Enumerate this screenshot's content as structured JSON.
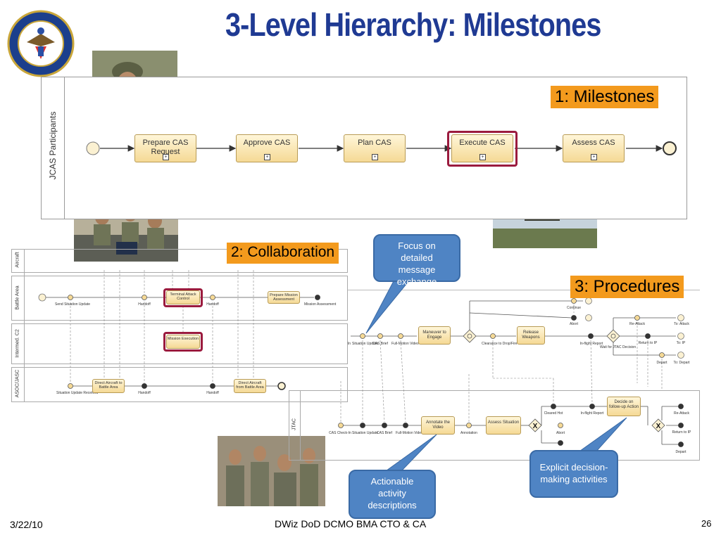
{
  "title": "3-Level Hierarchy: Milestones",
  "level1": {
    "pool_label": "JCAS Participants",
    "badge": "1: Milestones",
    "tasks": [
      "Prepare CAS Request",
      "Approve CAS",
      "Plan CAS",
      "Execute CAS",
      "Assess CAS"
    ]
  },
  "level2": {
    "badge": "2: Collaboration",
    "lanes": [
      "Aircraft",
      "Battle Area",
      "Intermed. C2",
      "ASOC/JASC"
    ],
    "battle_area_items": [
      "Send Situation Update",
      "Handoff",
      "Terminal Attack Control",
      "Handoff",
      "Prepare Mission Assessment",
      "Mission Assessment"
    ],
    "c2_items": [
      "Mission Execution"
    ],
    "asoc_items": [
      "Situation Update Received",
      "Direct Aircraft to Battle Area",
      "Handoff",
      "Handoff",
      "Direct Aircraft from Battle Area"
    ]
  },
  "level3": {
    "badge": "3: Procedures",
    "lane_label": "JTAC",
    "top_items": [
      "In",
      "Situation Update",
      "CAS Brief",
      "Full-Motion Video",
      "Maneuver to Engage",
      "Clearance to Drop/Fire",
      "Release Weapons",
      "In-flight Report",
      "Wait for JTAC Decision",
      "Continue",
      "Abort",
      "Re-Attack",
      "To: Attack",
      "Return to IP",
      "To: IP",
      "Depart",
      "To: Depart"
    ],
    "bottom_items": [
      "CAS Check-In",
      "Situation Update",
      "CAS Brief",
      "Full-Motion Video",
      "Annotate the Video",
      "Annotation",
      "Assess Situation",
      "Cleared Hot",
      "In-flight Report",
      "Abort",
      "Decide on follow-up Action",
      "Re-Attack",
      "Return to IP",
      "Depart"
    ]
  },
  "callouts": {
    "focus": "Focus on detailed message exchange",
    "actionable": "Actionable activity descriptions",
    "explicit": "Explicit decision-making activities"
  },
  "footer": {
    "date": "3/22/10",
    "center": "DWiz DoD DCMO BMA CTO & CA",
    "page": "26"
  },
  "colors": {
    "title": "#1f3a93",
    "badge": "#f39a1d",
    "callout": "#4f84c4",
    "highlight": "#9b1b3e",
    "task_fill": "#f5d995"
  }
}
